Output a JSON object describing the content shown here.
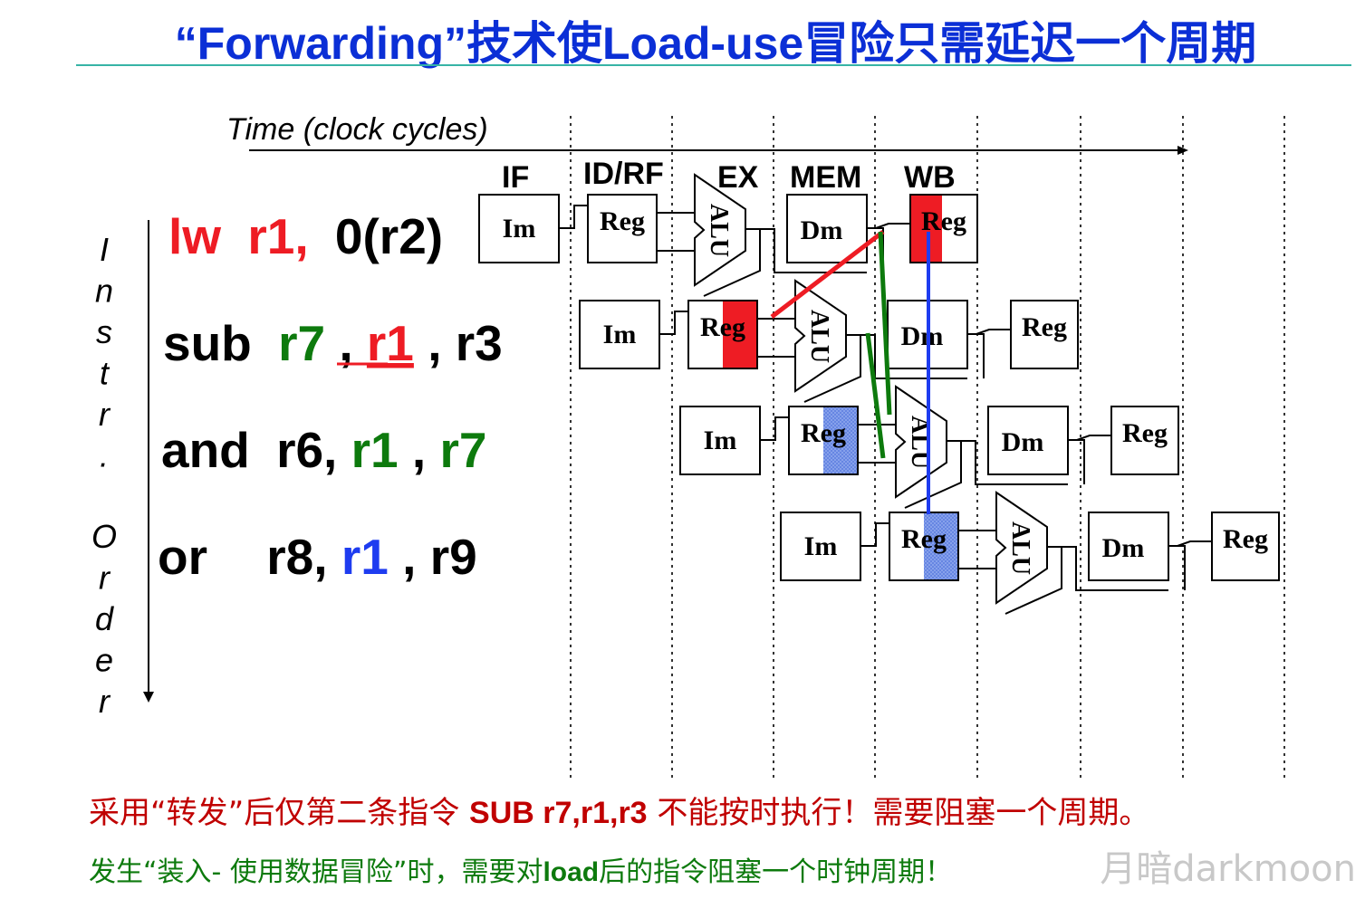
{
  "title": "“Forwarding”技术使Load-use冒险只需延迟一个周期",
  "time_axis_label": "Time (clock cycles)",
  "order_axis_label": "Instr. Order",
  "stages": [
    "IF",
    "ID/RF",
    "EX",
    "MEM",
    "WB"
  ],
  "instructions": [
    {
      "op": "lw",
      "rd": "r1,",
      "rest": "0(r2)"
    },
    {
      "op": "sub",
      "rd": "r7",
      "sep1": ",",
      "rs": "r1",
      "sep2": ",",
      "rt": "r3"
    },
    {
      "op": "and",
      "rd": "r6,",
      "rs": "r1",
      "sep": ",",
      "rt": "r7"
    },
    {
      "op": "or",
      "rd": "r8,",
      "rs": "r1",
      "sep": ",",
      "rt": "r9"
    }
  ],
  "unit_labels": {
    "im": "Im",
    "reg": "Reg",
    "alu": "ALU",
    "dm": "Dm"
  },
  "note1": {
    "prefix": "采用“转发”后仅第二条指令 ",
    "inst": "SUB r7,r1,r3",
    "suffix": " 不能按时执行！需要阻塞一个周期。"
  },
  "note2": {
    "prefix": "发生“装入- 使用数据冒险”时，需要对",
    "load": "load",
    "suffix": "后的指令阻塞一个时钟周期！"
  },
  "watermark": "月暗darkmoon",
  "colors": {
    "title": "#0b2fd6",
    "red": "#ee1c24",
    "green": "#0d7a0d",
    "blue": "#1e3cf0",
    "hatch": "#9db3f0",
    "rule": "#37b4a6"
  }
}
